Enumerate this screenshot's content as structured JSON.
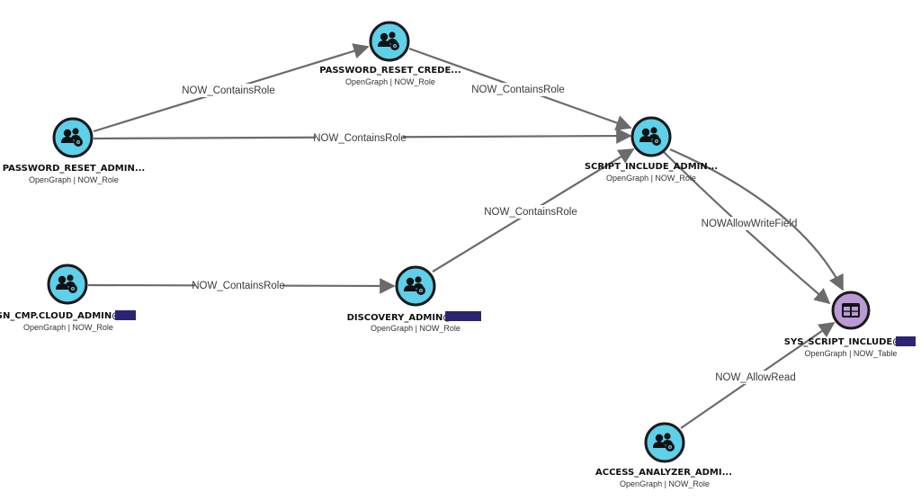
{
  "colors": {
    "role_node": "#5ed0ea",
    "table_node": "#b99ad6",
    "edge": "#6b6b6b",
    "redaction": "#2b2473"
  },
  "nodes": {
    "password_reset_admin": {
      "title": "PASSWORD_RESET_ADMIN...",
      "subtitle": "OpenGraph | NOW_Role",
      "icon": "role-group-icon"
    },
    "password_reset_crede": {
      "title": "PASSWORD_RESET_CREDE...",
      "subtitle": "OpenGraph | NOW_Role",
      "icon": "role-group-icon"
    },
    "script_include_admin": {
      "title": "SCRIPT_INCLUDE_ADMIN...",
      "subtitle": "OpenGraph | NOW_Role",
      "icon": "role-group-icon"
    },
    "sn_cmp_cloud_admin": {
      "title": "SN_CMP.CLOUD_ADMIN@",
      "subtitle": "OpenGraph | NOW_Role",
      "icon": "role-group-icon"
    },
    "discovery_admin": {
      "title": "DISCOVERY_ADMIN@",
      "subtitle": "OpenGraph | NOW_Role",
      "icon": "role-group-icon"
    },
    "sys_script_include": {
      "title": "SYS_SCRIPT_INCLUDE@",
      "subtitle": "OpenGraph | NOW_Table",
      "icon": "table-grid-icon"
    },
    "access_analyzer_admin": {
      "title": "ACCESS_ANALYZER_ADMI...",
      "subtitle": "OpenGraph | NOW_Role",
      "icon": "role-group-icon"
    }
  },
  "edges": {
    "e1": {
      "from": "password_reset_admin",
      "to": "password_reset_crede",
      "label": "NOW_ContainsRole"
    },
    "e2": {
      "from": "password_reset_crede",
      "to": "script_include_admin",
      "label": "NOW_ContainsRole"
    },
    "e3": {
      "from": "password_reset_admin",
      "to": "script_include_admin",
      "label": "NOW_ContainsRole"
    },
    "e4": {
      "from": "sn_cmp_cloud_admin",
      "to": "discovery_admin",
      "label": "NOW_ContainsRole"
    },
    "e5": {
      "from": "discovery_admin",
      "to": "script_include_admin",
      "label": "NOW_ContainsRole"
    },
    "e6": {
      "from": "script_include_admin",
      "to": "sys_script_include",
      "label": "NOWAllowWriteField"
    },
    "e7": {
      "from": "script_include_admin",
      "to": "sys_script_include",
      "label": ""
    },
    "e8": {
      "from": "access_analyzer_admin",
      "to": "sys_script_include",
      "label": "NOW_AllowRead"
    }
  }
}
